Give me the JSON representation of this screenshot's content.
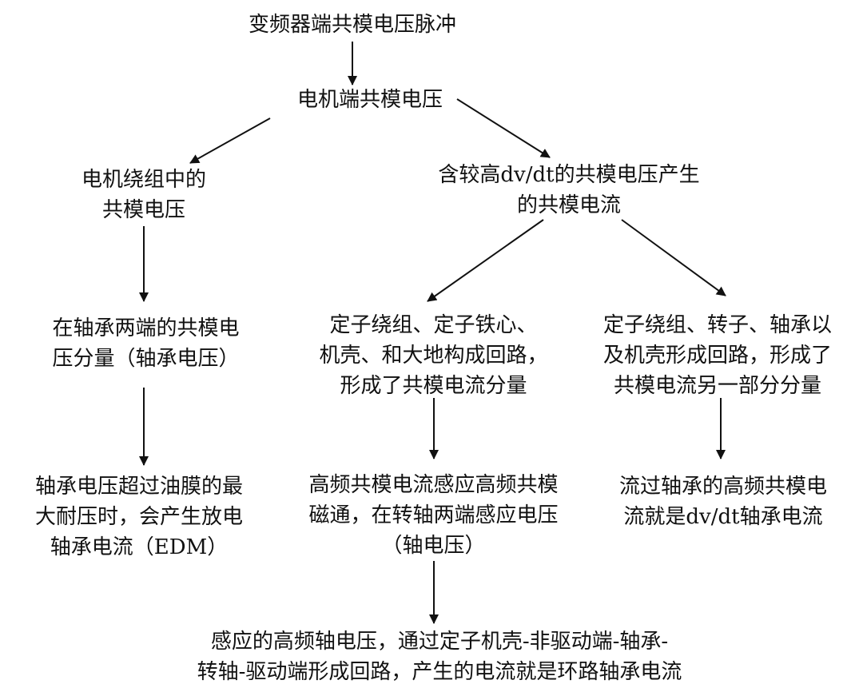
{
  "nodes": {
    "inverter_cm_pulse": [
      "变频器端共模电压脉冲"
    ],
    "motor_cm_voltage": [
      "电机端共模电压"
    ],
    "winding_cm_voltage": [
      "电机绕组中的",
      "共模电压"
    ],
    "high_dvdt_cm_current": [
      "含较高dv/dt的共模电压产生",
      "的共模电流"
    ],
    "bearing_voltage": [
      "在轴承两端的共模电",
      "压分量（轴承电压）"
    ],
    "stator_core_loop": [
      "定子绕组、定子铁心、",
      "机壳、和大地构成回路，",
      "形成了共模电流分量"
    ],
    "stator_rotor_loop": [
      "定子绕组、转子、轴承以",
      "及机壳形成回路，形成了",
      "共模电流另一部分分量"
    ],
    "edm_current": [
      "轴承电压超过油膜的最",
      "大耐压时，会产生放电",
      "轴承电流（EDM）"
    ],
    "shaft_voltage": [
      "高频共模电流感应高频共模",
      "磁通，在转轴两端感应电压",
      "（轴电压）"
    ],
    "dvdt_bearing_current": [
      "流过轴承的高频共模电",
      "流就是dv/dt轴承电流"
    ],
    "loop_bearing_current": [
      "感应的高频轴电压，通过定子机壳-非驱动端-轴承-",
      "转轴-驱动端形成回路，产生的电流就是环路轴承电流"
    ]
  },
  "colors": {
    "line": "#111111",
    "text": "#111111"
  }
}
